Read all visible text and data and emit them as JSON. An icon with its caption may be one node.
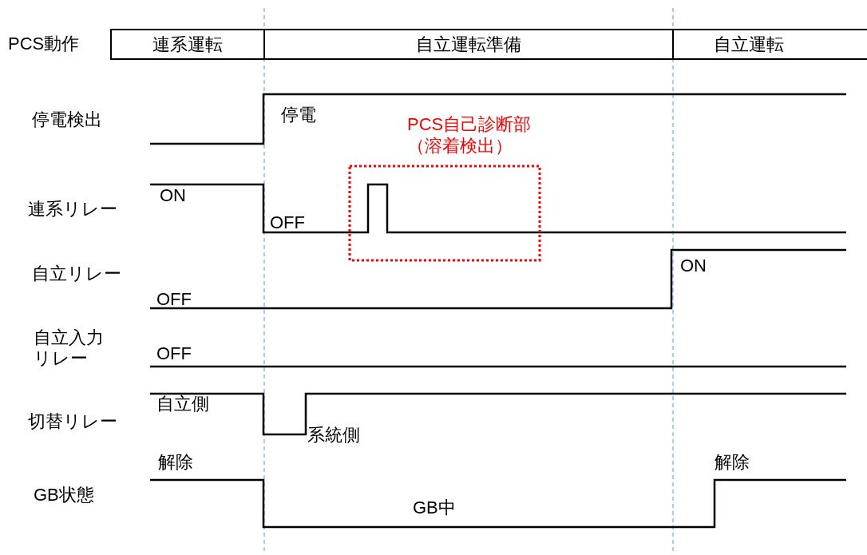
{
  "diagram": {
    "nodes": [
      {
        "text": [
          "連系運転"
        ]
      },
      {
        "text": [
          "自立運転準備"
        ]
      },
      {
        "text": [
          "自立運転"
        ]
      },
      {
        "text": [
          "PCS自己診断部（溶着検出）"
        ]
      }
    ],
    "labels": [
      "PCS動作",
      "停電検出",
      "停電",
      "連系リレー",
      "ON",
      "OFF",
      "自立リレー",
      "ON",
      "OFF",
      "自立入力リレー",
      "OFF",
      "切替リレー",
      "自立側",
      "系統側",
      "GB状態",
      "解除",
      "解除",
      "GB中"
    ]
  }
}
